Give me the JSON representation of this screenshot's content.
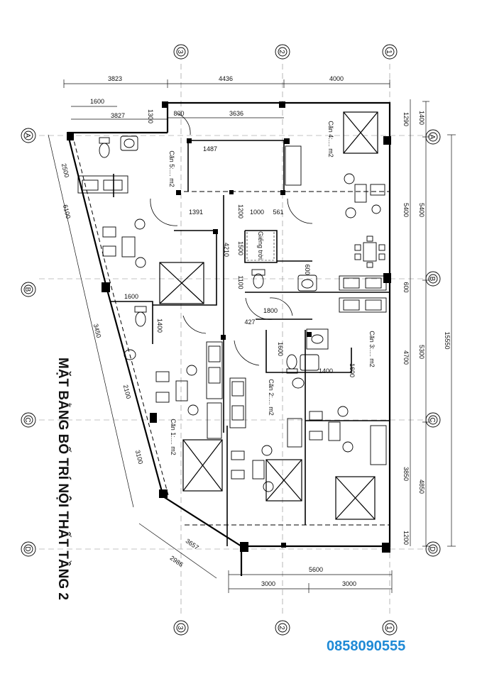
{
  "title": "MẶT BẰNG BỐ TRÍ NỘI THẤT TẦNG 2",
  "phone": "0858090555",
  "grid_axes": {
    "columns": [
      "3",
      "2",
      "1"
    ],
    "rows": [
      "A",
      "B",
      "C",
      "D"
    ]
  },
  "dimensions": {
    "top": [
      "3823",
      "4436",
      "4000"
    ],
    "top_inner": [
      "1600",
      "3827",
      "800",
      "3636",
      "1300"
    ],
    "right_inner": [
      "1290",
      "5400",
      "600",
      "4700",
      "3850",
      "1200"
    ],
    "right_outer": [
      "1400",
      "5400",
      "5300",
      "4850"
    ],
    "right_total": "15550",
    "left": [
      "2500",
      "6100",
      "3450",
      "2100",
      "3100"
    ],
    "bottom": [
      "3000",
      "3000"
    ],
    "bottom_total": "5600",
    "angled": [
      "3657",
      "2986"
    ],
    "interior": [
      "1487",
      "1391",
      "1200",
      "1000",
      "561",
      "4210",
      "1500",
      "1100",
      "600",
      "1600",
      "1400",
      "1800",
      "427",
      "1600",
      "1400",
      "1600"
    ]
  },
  "rooms": [
    "Căn 5:.... m2",
    "Căn 4:.... m2",
    "Căn 3:.... m2",
    "Căn 2:.... m2",
    "Căn 1:.... m2",
    "Giếng trời"
  ]
}
